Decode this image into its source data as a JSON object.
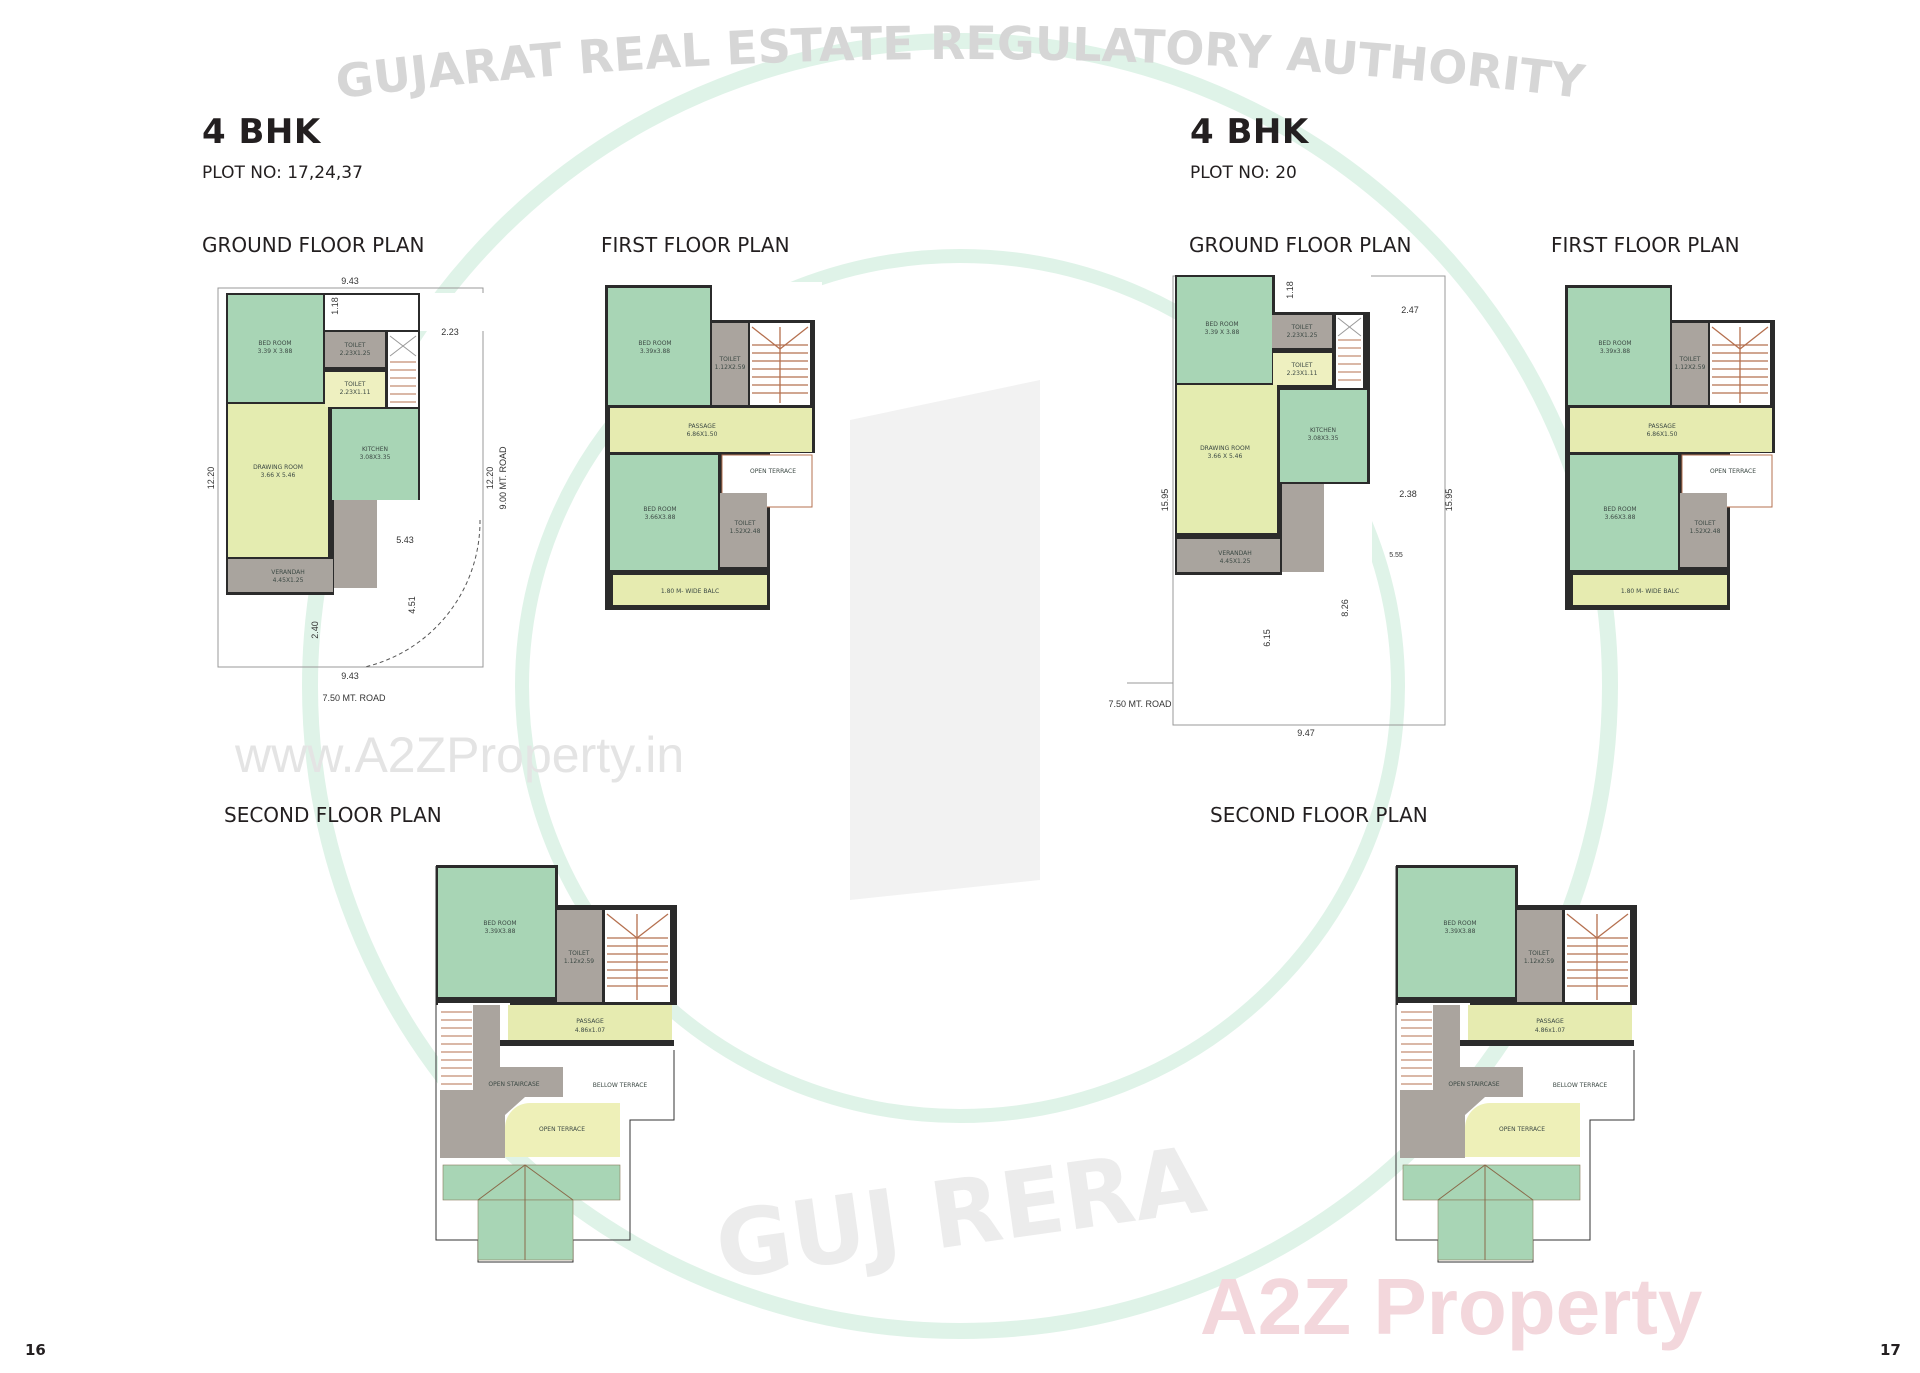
{
  "watermark": {
    "seal_arc_text": "GUJARAT REAL ESTATE REGULATORY AUTHORITY",
    "seal_bottom_text": "GUJ RERA",
    "site_url": "www.A2ZProperty.in",
    "brand": "A2Z Property",
    "seal_color": "#cfeedd"
  },
  "left": {
    "title": "4 BHK",
    "plot": "PLOT NO: 17,24,37",
    "ground": {
      "label": "GROUND FLOOR PLAN",
      "rooms": {
        "bed": [
          "BED ROOM",
          "3.39 X 3.88"
        ],
        "toilet1": [
          "TOILET",
          "2.23X1.25"
        ],
        "toilet2": [
          "TOILET",
          "2.23X1.11"
        ],
        "drawing": [
          "DRAWING ROOM",
          "3.66 X 5.46"
        ],
        "kitchen": [
          "KITCHEN",
          "3.08X3.35"
        ],
        "verandah": [
          "VERANDAH",
          "4.45X1.25"
        ]
      },
      "dims": {
        "top": "9.43",
        "bottom": "9.43",
        "left": "12.20",
        "right": "12.20",
        "d118": "1.18",
        "d223": "2.23",
        "d543": "5.43",
        "d451": "4.51",
        "d240": "2.40"
      },
      "road_side": "9.00 MT. ROAD",
      "road_bottom": "7.50 MT. ROAD"
    },
    "first": {
      "label": "FIRST FLOOR PLAN",
      "rooms": {
        "bed1": [
          "BED ROOM",
          "3.39x3.88"
        ],
        "toilet1": [
          "TOILET",
          "1.12X2.59"
        ],
        "passage": [
          "PASSAGE",
          "6.86X1.50"
        ],
        "terrace": "OPEN TERRACE",
        "bed2": [
          "BED ROOM",
          "3.66X3.88"
        ],
        "toilet2": [
          "TOILET",
          "1.52X2.48"
        ],
        "balc": "1.80 M- WIDE BALC"
      }
    },
    "second": {
      "label": "SECOND FLOOR PLAN",
      "rooms": {
        "bed": [
          "BED ROOM",
          "3.39X3.88"
        ],
        "toilet": [
          "TOILET",
          "1.12x2.59"
        ],
        "passage": [
          "PASSAGE",
          "4.86x1.07"
        ],
        "staircase": "OPEN STAIRCASE",
        "bellow": "BELLOW TERRACE",
        "terrace": "OPEN TERRACE"
      }
    },
    "page_number": "16"
  },
  "right": {
    "title": "4 BHK",
    "plot": "PLOT NO: 20",
    "ground": {
      "label": "GROUND FLOOR PLAN",
      "rooms": {
        "bed": [
          "BED ROOM",
          "3.39 X 3.88"
        ],
        "toilet1": [
          "TOILET",
          "2.23X1.25"
        ],
        "toilet2": [
          "TOILET",
          "2.23X1.11"
        ],
        "drawing": [
          "DRAWING ROOM",
          "3.66 X 5.46"
        ],
        "kitchen": [
          "KITCHEN",
          "3.08X3.35"
        ],
        "verandah": [
          "VERANDAH",
          "4.45X1.25"
        ]
      },
      "dims": {
        "bottom": "9.47",
        "left": "15.95",
        "right": "15.95",
        "d118": "1.18",
        "d247": "2.47",
        "d238": "2.38",
        "d555": "5.55",
        "d826": "8.26",
        "d615": "6.15"
      },
      "road_bottom": "7.50 MT. ROAD"
    },
    "first": {
      "label": "FIRST FLOOR PLAN",
      "rooms": {
        "bed1": [
          "BED ROOM",
          "3.39x3.88"
        ],
        "toilet1": [
          "TOILET",
          "1.12X2.59"
        ],
        "passage": [
          "PASSAGE",
          "6.86X1.50"
        ],
        "terrace": "OPEN TERRACE",
        "bed2": [
          "BED ROOM",
          "3.66X3.88"
        ],
        "toilet2": [
          "TOILET",
          "1.52X2.48"
        ],
        "balc": "1.80 M- WIDE BALC"
      }
    },
    "second": {
      "label": "SECOND FLOOR PLAN",
      "rooms": {
        "bed": [
          "BED ROOM",
          "3.39X3.88"
        ],
        "toilet": [
          "TOILET",
          "1.12x2.59"
        ],
        "passage": [
          "PASSAGE",
          "4.86x1.07"
        ],
        "staircase": "OPEN STAIRCASE",
        "bellow": "BELLOW TERRACE",
        "terrace": "OPEN TERRACE"
      }
    },
    "page_number": "17"
  }
}
